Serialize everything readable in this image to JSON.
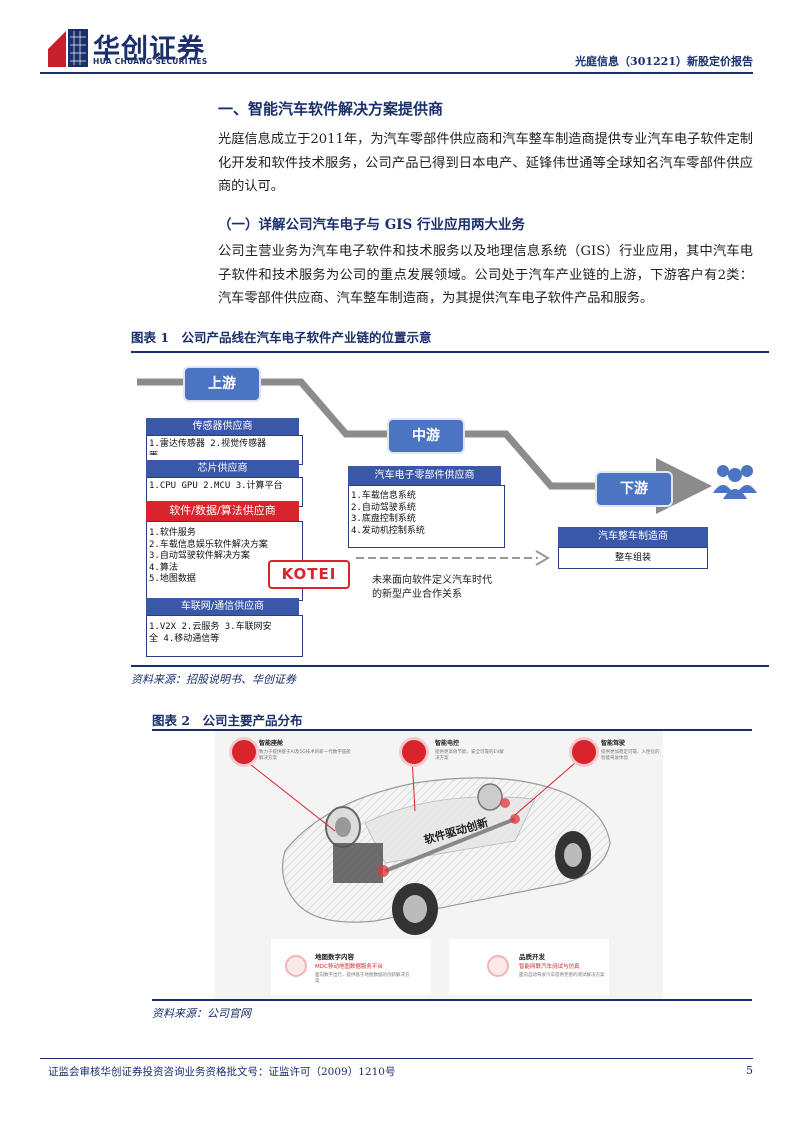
{
  "header": {
    "logo_cn": "华创证券",
    "logo_en": "HUA CHUANG SECURITIES",
    "report_title": "光庭信息（301221）新股定价报告"
  },
  "section": {
    "heading": "一、智能汽车软件解决方案提供商",
    "intro": "光庭信息成立于2011年，为汽车零部件供应商和汽车整车制造商提供专业汽车电子软件定制化开发和软件技术服务，公司产品已得到日本电产、延锋伟世通等全球知名汽车零部件供应商的认可。",
    "sub_heading": "（一）详解公司汽车电子与 GIS 行业应用两大业务",
    "body": "公司主营业务为汽车电子软件和技术服务以及地理信息系统（GIS）行业应用，其中汽车电子软件和技术服务为公司的重点发展领域。公司处于汽车产业链的上游，下游客户有2类：汽车零部件供应商、汽车整车制造商，为其提供汽车电子软件产品和服务。"
  },
  "figure1": {
    "title": "图表 1　公司产品线在汽车电子软件产业链的位置示意",
    "stages": {
      "upstream": "上游",
      "midstream": "中游",
      "downstream": "下游"
    },
    "sensor_box": {
      "title": "传感器供应商",
      "lines": [
        "1.雷达传感器 2.视觉传感器",
        "等"
      ]
    },
    "chip_box": {
      "title": "芯片供应商",
      "lines": [
        "1.CPU GPU 2.MCU 3.计算平台"
      ]
    },
    "software_box": {
      "title": "软件/数据/算法供应商",
      "lines": [
        "1.软件服务",
        "2.车载信息娱乐软件解决方案",
        "3.自动驾驶软件解决方案",
        "4.算法",
        "5.地图数据"
      ]
    },
    "iov_box": {
      "title": "车联网/通信供应商",
      "lines": [
        "1.V2X 2.云服务 3.车联网安",
        "全 4.移动通信等"
      ]
    },
    "parts_box": {
      "title": "汽车电子零部件供应商",
      "lines": [
        "1.车载信息系统",
        "2.自动驾驶系统",
        "3.底盘控制系统",
        "4.发动机控制系统"
      ]
    },
    "oem_box": {
      "title": "汽车整车制造商",
      "lines": [
        "整车组装"
      ]
    },
    "kotei": "KOTEI",
    "dashed_note": [
      "未来面向软件定义汽车时代",
      "的新型产业合作关系"
    ],
    "source": "资料来源：招股说明书、华创证券"
  },
  "figure2": {
    "title": "图表 2　公司主要产品分布",
    "products": [
      {
        "name": "智能座舱",
        "desc": "致力于提供基于AI及5G技术的新一代数字座舱解决方案",
        "icon": "cockpit-icon"
      },
      {
        "name": "智能电控",
        "desc": "提供更高效节能、安全可靠的EV解决方案",
        "icon": "ecu-icon"
      },
      {
        "name": "智能驾驶",
        "desc": "提供更加稳定可靠、人性化的智能驾驶体验",
        "icon": "steering-icon"
      },
      {
        "name": "地图数字内容",
        "highlight": "MDC移动地图数据服务平台",
        "desc": "面向数字出行，提供基于地图数据的创新解决方案",
        "icon": "map-pin-icon"
      },
      {
        "name": "品质开发",
        "highlight": "智能网联汽车测试与仿真",
        "desc": "面向自动驾驶汽车提供完善的测试解决方案",
        "icon": "quality-icon"
      }
    ],
    "center_label": "软件驱动创新",
    "source": "资料来源：公司官网"
  },
  "footer": {
    "license": "证监会审核华创证券投资咨询业务资格批文号：证监许可（2009）1210号",
    "page": "5"
  },
  "colors": {
    "brand_navy": "#1a2f6b",
    "accent_red": "#d9232d",
    "stage_blue": "#4b74c3"
  }
}
